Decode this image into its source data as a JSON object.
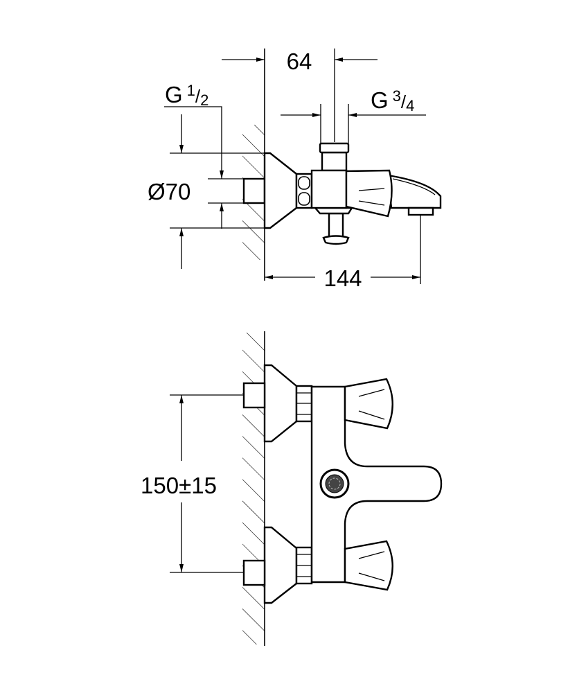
{
  "side_view": {
    "dim_projection": "64",
    "dim_inlet_thread_main": "G",
    "dim_inlet_thread_num": "1",
    "dim_inlet_thread_den": "2",
    "dim_flange_diameter": "Ø70",
    "dim_outlet_thread_main": "G",
    "dim_outlet_thread_num": "3",
    "dim_outlet_thread_den": "4",
    "dim_spout_reach": "144"
  },
  "front_view": {
    "dim_centres": "150±15"
  },
  "colors": {
    "line": "#000000",
    "background": "#ffffff"
  }
}
